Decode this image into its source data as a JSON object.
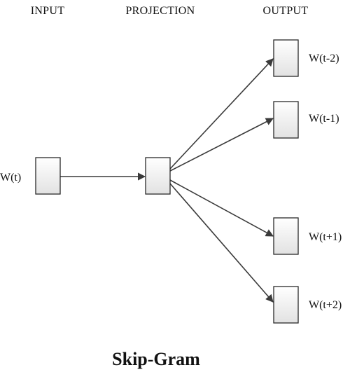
{
  "headers": {
    "input": "INPUT",
    "projection": "PROJECTION",
    "output": "OUTPUT"
  },
  "nodes": {
    "input_word": "W(t)",
    "output_words": [
      "W(t-2)",
      "W(t-1)",
      "W(t+1)",
      "W(t+2)"
    ]
  },
  "title": "Skip-Gram",
  "colors": {
    "box_fill_top": "#ffffff",
    "box_fill_bottom": "#e4e4e4",
    "stroke": "#2a2a2a",
    "arrow": "#3a3a3a"
  }
}
